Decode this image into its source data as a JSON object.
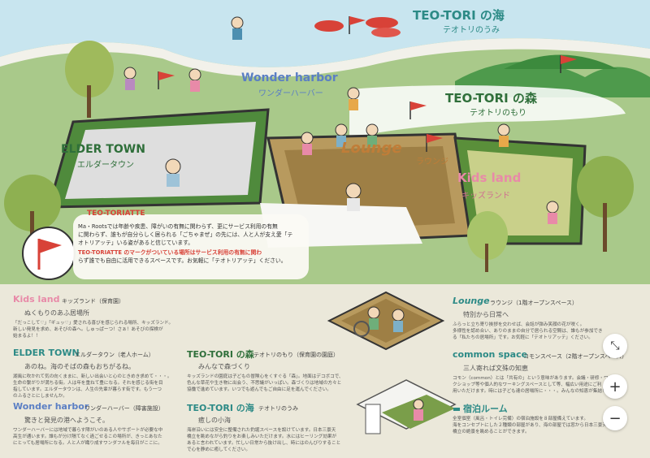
{
  "map": {
    "labels": {
      "sea_title": "TEO-TORI の海",
      "sea_sub": "テオトリのうみ",
      "wonder_title": "Wonder harbor",
      "wonder_sub": "ワンダーハーバー",
      "forest_title": "TEO-TORI の森",
      "forest_sub": "テオトリのもり",
      "elder_title": "ELDER TOWN",
      "elder_sub": "エルダータウン",
      "lounge_title": "Lounge",
      "lounge_sub": "ラウンジ",
      "kids_title": "Kids land",
      "kids_sub": "キッズランド"
    },
    "teotoriatte": {
      "badge": "TEO-TORIATTE",
      "line1": "Ma・Rootsでは年齢や疾患、障がいの有無に関わらず、更にサービス利用の有無",
      "line2": "に関わらず、誰もが自分らしく居られる「ごちゃまぜ」の先には、人と人が支え愛「テ",
      "line3": "オトリアッテ」いる姿があると信じています。",
      "line4": "TEO-TORIATTE のマークがついている場所はサービス利用の有無に関わ",
      "line5": "らず誰でも自由に活用できるスペースです。お気軽に「テオトリアッテ」ください。"
    }
  },
  "info": {
    "kids": {
      "title": "Kids land",
      "tag": "キッズランド（保育園）",
      "subtitle": "ぬくもりのあふ居場所",
      "body": [
        "「だっこして♡」「ギュッ♡」愛される喜びを感じられる場所、キッズランド。",
        "新しい発見を求め、あそびの森へ。しゅっぱーつ！さぁ！あそびの探検が",
        "始まるよ！！"
      ]
    },
    "elder": {
      "title": "ELDER TOWN",
      "tag": "エルダータウン（老人ホーム）",
      "subtitle": "あのね。海のそばの森もおちがるね。",
      "body": [
        "湖風に吹かれて気の向くままに、新しい出会いと心のときめき求めて・・・。",
        "生命の繋がりが満ちる街。人は年を重ねて豊になる。それを感じる街を目",
        "指しています。エルダータウンは、人生の先輩が暮らす街です。もう一つ",
        "のふるさとにしませんか。"
      ]
    },
    "wonder": {
      "title": "Wonder harbor",
      "tag": "ワンダーハーバー（障害施設）",
      "subtitle": "驚きと発見の港へようこそ。",
      "body": [
        "ワンダーハーバーには地域で暮らす障がいのある人やサポートが必要な中",
        "高生が通います。誰もが分け隔てなく過ごせるこの場所が、きっとあなた",
        "にとっても居場所になる。人と人が織り成すワンダフルを毎日がここに。"
      ]
    },
    "forest": {
      "title": "TEO-TORI の森",
      "tag": "テオトリのもり（保育園の園庭）",
      "subtitle": "みんなで森づくり",
      "body": [
        "キッズランドの園庭は子どもの冒険心をくすぐる「森」。地面はデコボコで、",
        "色んな草花や生き物に出会う、不思議がいっぱい。森づくりは地域の方々と",
        "協働で進めています。いつでも遊んでもご自由に足を運んでください。"
      ]
    },
    "sea": {
      "title": "TEO-TORI の海",
      "tag": "テオトリのうみ",
      "subtitle": "癒しの小海",
      "body": [
        "海岸沿いには安全に整備された釣堀スペースを設けています。日本三景天",
        "橋立を眺めながら釣りをお楽しみいただけます。水にはヒーリング効果が",
        "あると言われています。忙しい日常から抜け出し、時にはのんびりすること",
        "で心を静めに癒してください。"
      ]
    },
    "lounge": {
      "title": "Lounge",
      "tag": "ラウンジ（1階オープンスペース）",
      "subtitle": "特別から日常へ",
      "body": [
        "ふらっと立ち寄り挨拶を交わせば、会話が弾み笑顔の花が咲く。",
        "多様性を認め合い、ありのままの自分で居られる空間は、誰もが参加でき",
        "る「私たちの居場所」です。お気軽に「テオトリアッテ」ください。"
      ]
    },
    "common": {
      "title": "common space",
      "tag": "コモンスペース（2階オープンスペース）",
      "subtitle": "三人寄れば文殊の知恵",
      "body": [
        "コモン（common）とは「共有の」という意味があります。会議・研修・ワー",
        "クショップ等や個人的なワーキングスペースとして等、幅広い用途にご利",
        "用いただけます。時には子ども達の居場所に・・・。みんなの知恵が集結！"
      ]
    },
    "stay": {
      "title": "宿泊ルーム",
      "body": [
        "全室個室（風呂・トイレ完備）の宿泊施設を８部屋備えています。",
        "海をコンセプトにした２種類の部屋があり、海の部屋では窓から日本三景天",
        "橋立の絶景を眺めることができます。"
      ]
    }
  },
  "controls": {
    "fullscreen_symbol": "⤡",
    "zoom_in_symbol": "+",
    "zoom_out_symbol": "−"
  },
  "colors": {
    "teal": "#2c8a86",
    "pink": "#e88aa8",
    "red": "#d84238",
    "grass": "#a9c98a",
    "panel": "#ebe8da"
  }
}
